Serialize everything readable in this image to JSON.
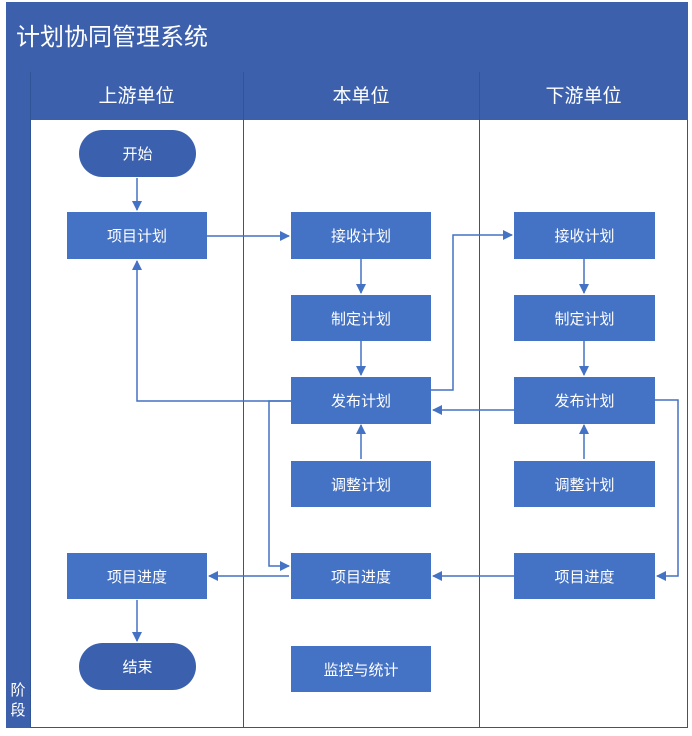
{
  "title": "计划协同管理系统",
  "phase_label": "阶段",
  "lanes": [
    "上游单位",
    "本单位",
    "下游单位"
  ],
  "nodes": {
    "start": "开始",
    "project_plan": "项目计划",
    "project_progress_up": "项目进度",
    "end": "结束",
    "receive_plan_own": "接收计划",
    "make_plan_own": "制定计划",
    "publish_plan_own": "发布计划",
    "adjust_plan_own": "调整计划",
    "project_progress_own": "项目进度",
    "monitor_stats": "监控与统计",
    "receive_plan_down": "接收计划",
    "make_plan_down": "制定计划",
    "publish_plan_down": "发布计划",
    "adjust_plan_down": "调整计划",
    "project_progress_down": "项目进度"
  },
  "colors": {
    "header": "#3d60ad",
    "node": "#4472c4",
    "connector": "#4472c4"
  }
}
